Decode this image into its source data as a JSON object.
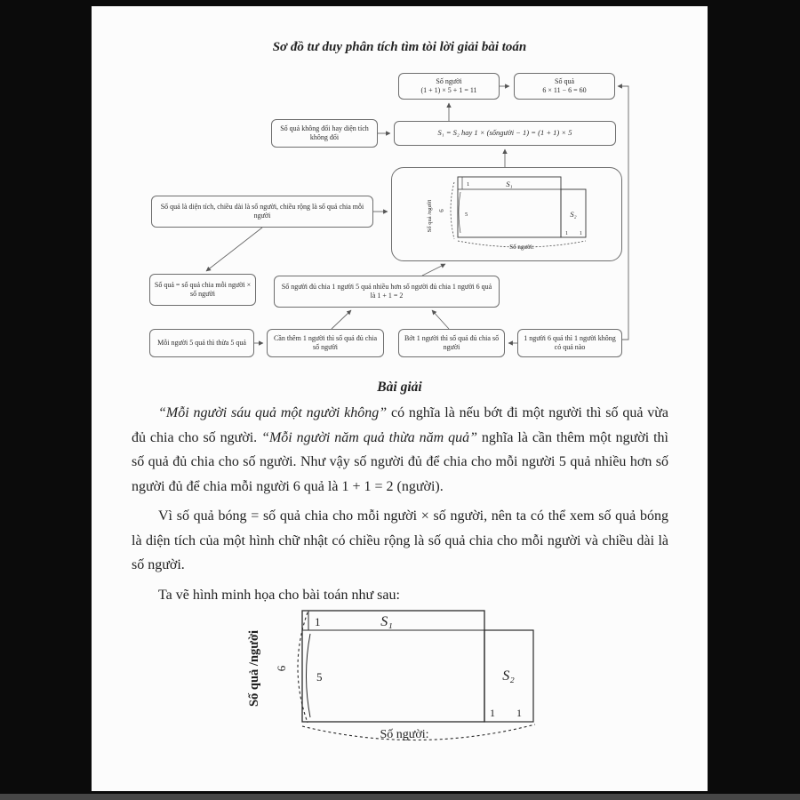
{
  "page": {
    "title": "Sơ đồ tư duy phân tích tìm tòi lời giải bài toán"
  },
  "diagram": {
    "boxes": {
      "so_nguoi": {
        "lines": [
          "Số người",
          "(1 + 1) × 5 + 1 = 11"
        ]
      },
      "so_qua": {
        "lines": [
          "Số quả",
          "6 × 11 − 6 = 60"
        ]
      },
      "khong_doi": "Số quả không đổi hay diện tích không đổi",
      "equation": "S₁ = S₂   hay   1 × (sốngười − 1) = (1 + 1) × 5",
      "dien_tich": "Số quả là diện tích, chiều dài là số người, chiều rộng là số quả chia mỗi người",
      "cong_thuc": "Số quả = số quả chia mỗi người × số người",
      "so_sanh": "Số người đủ chia 1 người 5 quả nhiều hơn số người đủ chia 1 người 6 quả là 1 + 1 = 2",
      "thua_5": "Mỗi người 5 quả thì thừa 5 quả",
      "can_them": "Cần thêm 1 người thì số quả đủ chia số người",
      "bot_1": "Bớt 1 người thì số quả đủ chia số người",
      "khong_qua": "1 người 6 quả thì 1 người không có quả nào"
    },
    "mini": {
      "y_label": "Số quả /người",
      "six": "6",
      "one": "1",
      "five": "5",
      "s1": "S₁",
      "s2": "S₂",
      "one_a": "1",
      "one_b": "1",
      "x_label": "Số người:"
    }
  },
  "solution": {
    "heading": "Bài giải",
    "p1_q1": "“Mỗi người sáu quả một người không”",
    "p1_t1": " có nghĩa là nếu bớt đi một người thì số quả vừa đủ chia cho số người. ",
    "p1_q2": "“Mỗi người năm quả thừa năm quả”",
    "p1_t2": " nghĩa là cần thêm một người thì số quả đủ chia cho số người. Như vậy số người đủ để chia cho mỗi người 5 quả nhiều hơn số người đủ để chia mỗi người 6 quả là 1 + 1 = 2 (người).",
    "p2": "Vì số quả bóng = số quả chia cho mỗi người × số người, nên ta có thể xem số quả bóng là diện tích của một hình chữ nhật có chiều rộng là số quả chia cho mỗi người và chiều dài là số người.",
    "p3": "Ta vẽ hình minh họa cho bài toán như sau:"
  },
  "figure": {
    "y_label": "Số quả /người",
    "six": "6",
    "one": "1",
    "five": "5",
    "s1": "S₁",
    "s2": "S₂",
    "one_a": "1",
    "one_b": "1",
    "x_label": "Số người:"
  }
}
